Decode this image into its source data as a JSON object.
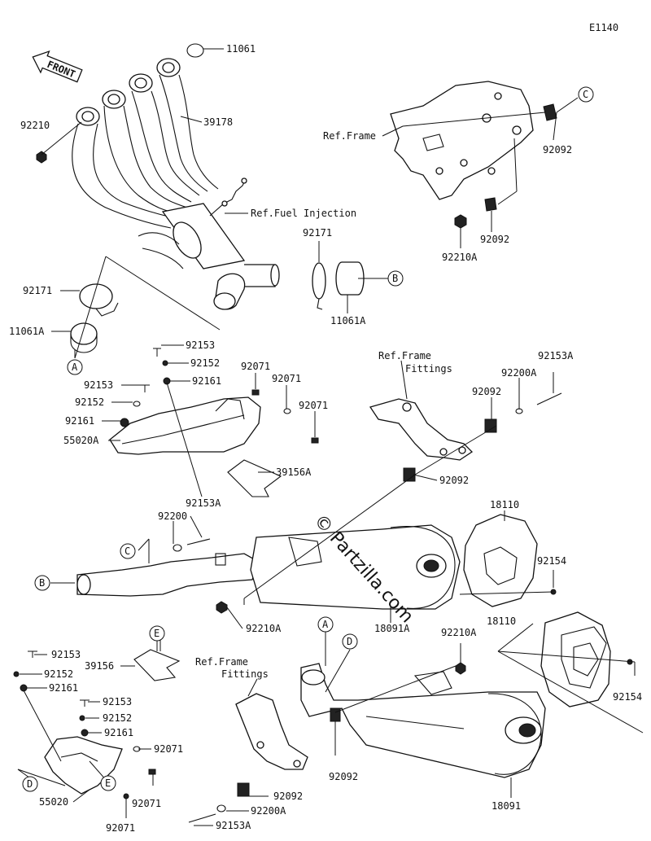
{
  "page_code": "E1140",
  "watermark": "© Partzilla.com",
  "front_label": "FRONT",
  "callouts": {
    "p11061": "11061",
    "p39178": "39178",
    "p92210_top": "92210",
    "ref_frame": "Ref.Frame",
    "p92092_a": "92092",
    "p92092_b": "92092",
    "p92210A_a": "92210A",
    "ref_fuel_injection": "Ref.Fuel Injection",
    "p92171_a": "92171",
    "p92171_b": "92171",
    "p11061A_a": "11061A",
    "p11061A_b": "11061A",
    "p92153_a": "92153",
    "p92152_a": "92152",
    "p92153_b": "92153",
    "p92161_a": "92161",
    "p92152_b": "92152",
    "p92161_b": "92161",
    "p55020A": "55020A",
    "p92071_a": "92071",
    "p92071_b": "92071",
    "p92071_c": "92071",
    "p39156A": "39156A",
    "ref_frame_fittings_1": "Ref.Frame",
    "fittings_1": "Fittings",
    "p92153A_a": "92153A",
    "p92200A_a": "92200A",
    "p92092_c": "92092",
    "p92092_d": "92092",
    "p92153A_b": "92153A",
    "p92200": "92200",
    "p18110_a": "18110",
    "p92154_a": "92154",
    "p92210A_b": "92210A",
    "p18091A": "18091A",
    "p18110_b": "18110",
    "p92210A_c": "92210A",
    "p92154_b": "92154",
    "p92153_c": "92153",
    "p92152_c": "92152",
    "p92161_c": "92161",
    "p39156": "39156",
    "ref_frame_fittings_2": "Ref.Frame",
    "fittings_2": "Fittings",
    "p92153_d": "92153",
    "p92152_d": "92152",
    "p92161_d": "92161",
    "p92071_d": "92071",
    "p55020": "55020",
    "p92071_e": "92071",
    "p92071_f": "92071",
    "p92092_e": "92092",
    "p92092_f": "92092",
    "p92200A_b": "92200A",
    "p92153A_c": "92153A",
    "p18091": "18091"
  },
  "markers": {
    "A": "A",
    "B": "B",
    "C": "C",
    "D": "D",
    "E": "E"
  }
}
